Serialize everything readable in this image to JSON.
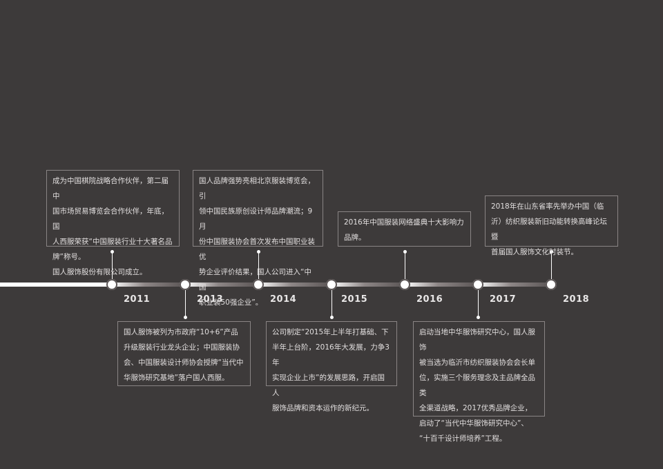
{
  "timeline": {
    "years": [
      "2011",
      "2013",
      "2014",
      "2015",
      "2016",
      "2017",
      "2018"
    ],
    "events": [
      {
        "year": "2011",
        "lines": [
          "成为中国棋院战略合作伙伴，第二届中",
          "国市场贸易博览会合作伙伴，年底，国",
          "人西服荣获“中国服装行业十大著名品",
          "牌”称号。",
          "国人服饰股份有限公司成立。"
        ]
      },
      {
        "year": "2013",
        "lines": [
          "国人服饰被列为市政府“10+6”产品",
          "升级服装行业龙头企业；中国服装协",
          "会、中国服装设计师协会授牌“当代中",
          "华服饰研究基地”落户国人西服。"
        ]
      },
      {
        "year": "2014",
        "lines": [
          "国人品牌强势亮相北京服装博览会，引",
          "领中国民族原创设计师品牌潮流；9月",
          "份中国服装协会首次发布中国职业装优",
          "势企业评价结果，国人公司进入“中国",
          "职业装50强企业”。"
        ]
      },
      {
        "year": "2015",
        "lines": [
          "公司制定“2015年上半年打基础、下",
          "半年上台阶，2016年大发展，力争3年",
          "实现企业上市”的发展思路，开启国人",
          "服饰品牌和资本运作的新纪元。"
        ]
      },
      {
        "year": "2016",
        "lines": [
          "2016年中国服装网络盛典十大影响力",
          "品牌。"
        ]
      },
      {
        "year": "2017",
        "lines": [
          "启动当地中华服饰研究中心，国人服饰",
          "被当选为临沂市纺织服装协会会长单",
          "位，实施三个服务理念及主品牌全品类",
          "全渠道战略，2017优秀品牌企业，",
          "启动了“当代中华服饰研究中心”、",
          "“十百千设计师培养”工程。"
        ]
      },
      {
        "year": "2018",
        "lines": [
          "2018年在山东省率先举办中国（临",
          "沂）纺织服装新旧动能转换高峰论坛暨",
          "首届国人服饰文化时装节。"
        ]
      }
    ]
  }
}
